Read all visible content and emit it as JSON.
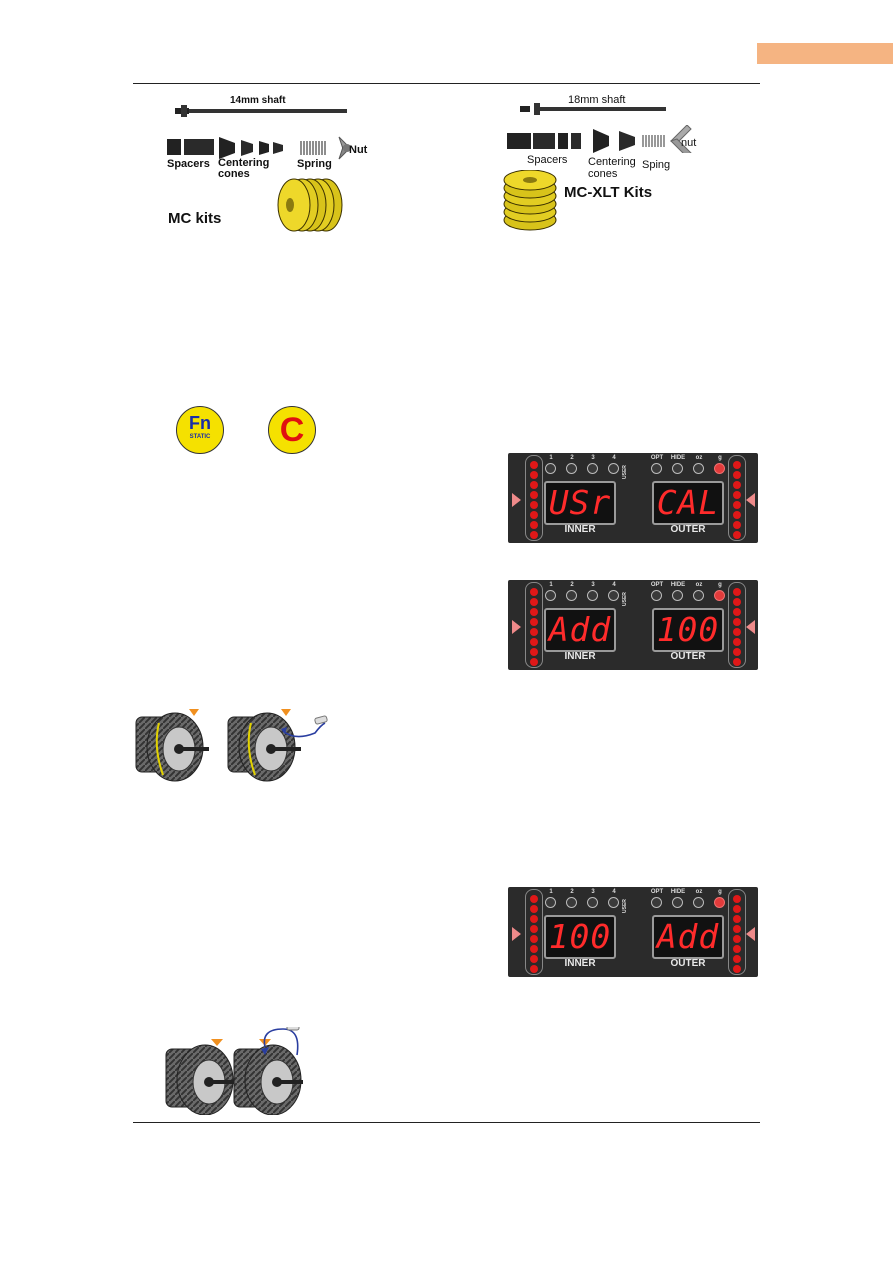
{
  "mc_kit": {
    "shaft_label": "14mm shaft",
    "spacers_label": "Spacers",
    "cones_label": "Centering\ncones",
    "spring_label": "Spring",
    "nut_label": "Nut",
    "kit_title": "MC kits"
  },
  "xlt_kit": {
    "shaft_label": "18mm shaft",
    "spacers_label": "Spacers",
    "cones_label": "Centering\ncones",
    "spring_label": "Sping",
    "nut_label": "nut",
    "kit_title": "MC-XLT Kits"
  },
  "keys": {
    "fn_label": "Fn",
    "fn_sub": "STATIC",
    "c_label": "C"
  },
  "panel_labels": {
    "inner": "INNER",
    "outer": "OUTER",
    "user_buttons": [
      "1",
      "2",
      "3",
      "4"
    ],
    "user_tag": "USER",
    "opt": "OPT",
    "hide": "HIDE",
    "oz": "oz",
    "g": "g"
  },
  "displays": [
    {
      "inner_value": "USr",
      "outer_value": "CAL"
    },
    {
      "inner_value": "Add",
      "outer_value": "100"
    },
    {
      "inner_value": "100",
      "outer_value": "Add"
    }
  ],
  "colors": {
    "header_tab": "#f5b482",
    "led_red": "#e01818",
    "seven_segment": "#ff2b2b",
    "key_yellow": "#f5e100",
    "fn_text": "#1a2ea8",
    "c_text": "#e01010"
  }
}
